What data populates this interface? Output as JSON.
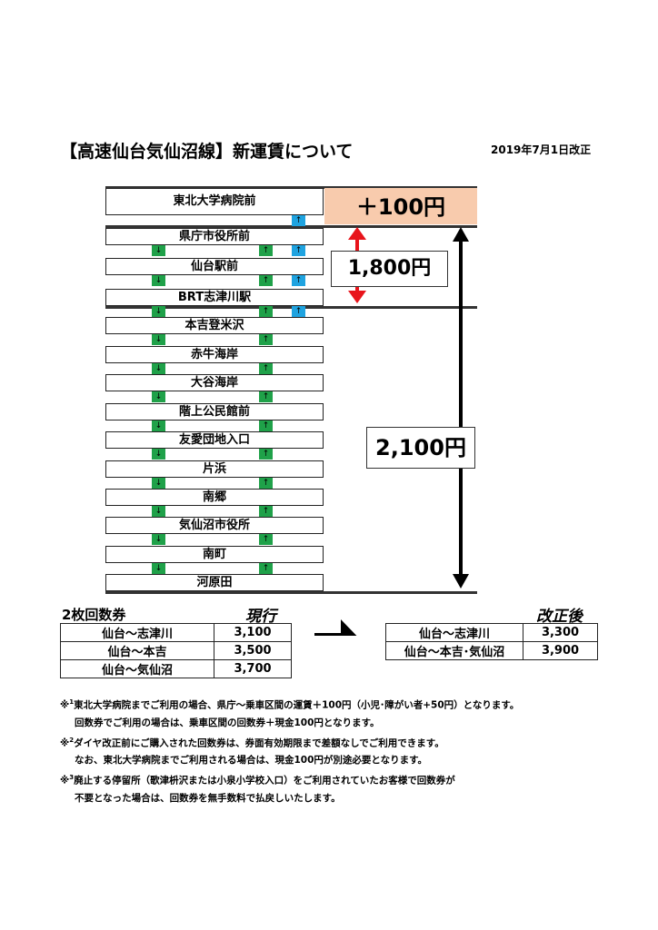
{
  "title": "【高速仙台気仙沼線】新運賃について",
  "date": "2019年7月1日改正",
  "stations": [
    "東北大学病院前",
    "県庁市役所前",
    "仙台駅前",
    "BRT志津川駅",
    "本吉登米沢",
    "赤牛海岸",
    "大谷海岸",
    "階上公民館前",
    "友愛団地入口",
    "片浜",
    "南郷",
    "気仙沼市役所",
    "南町",
    "河原田"
  ],
  "down_arrow": "↓",
  "up_arrow": "↑",
  "fares": {
    "hospital_extra": "＋100円",
    "sendai_shizugawa": "1,800円",
    "to_kesennuma": "2,100円"
  },
  "colors": {
    "green": "#1fa149",
    "blue": "#1fa3e0",
    "orange": "#f8cbad",
    "red": "#e8141b"
  },
  "coupon": {
    "label": "2枚回数券",
    "current_label": "現行",
    "revised_label": "改正後",
    "current": [
      {
        "route": "仙台～志津川",
        "price": "3,100"
      },
      {
        "route": "仙台～本吉",
        "price": "3,500"
      },
      {
        "route": "仙台～気仙沼",
        "price": "3,700"
      }
    ],
    "revised": [
      {
        "route": "仙台～志津川",
        "price": "3,300"
      },
      {
        "route": "仙台～本吉･気仙沼",
        "price": "3,900"
      }
    ]
  },
  "notes": {
    "mark": "※",
    "n1_sup": "1",
    "n1a": "東北大学病院までご利用の場合、県庁～乗車区間の運賃＋100円（小児･障がい者+50円）となります。",
    "n1b": "回数券でご利用の場合は、乗車区間の回数券＋現金100円となります。",
    "n2_sup": "2",
    "n2a": "ダイヤ改正前にご購入された回数券は、券面有効期限まで差額なしでご利用できます。",
    "n2b": "なお、東北大学病院までご利用される場合は、現金100円が別途必要となります。",
    "n3_sup": "3",
    "n3a": "廃止する停留所（歌津枡沢または小泉小学校入口）をご利用されていたお客様で回数券が",
    "n3b": "不要となった場合は、回数券を無手数料で払戻しいたします。"
  }
}
